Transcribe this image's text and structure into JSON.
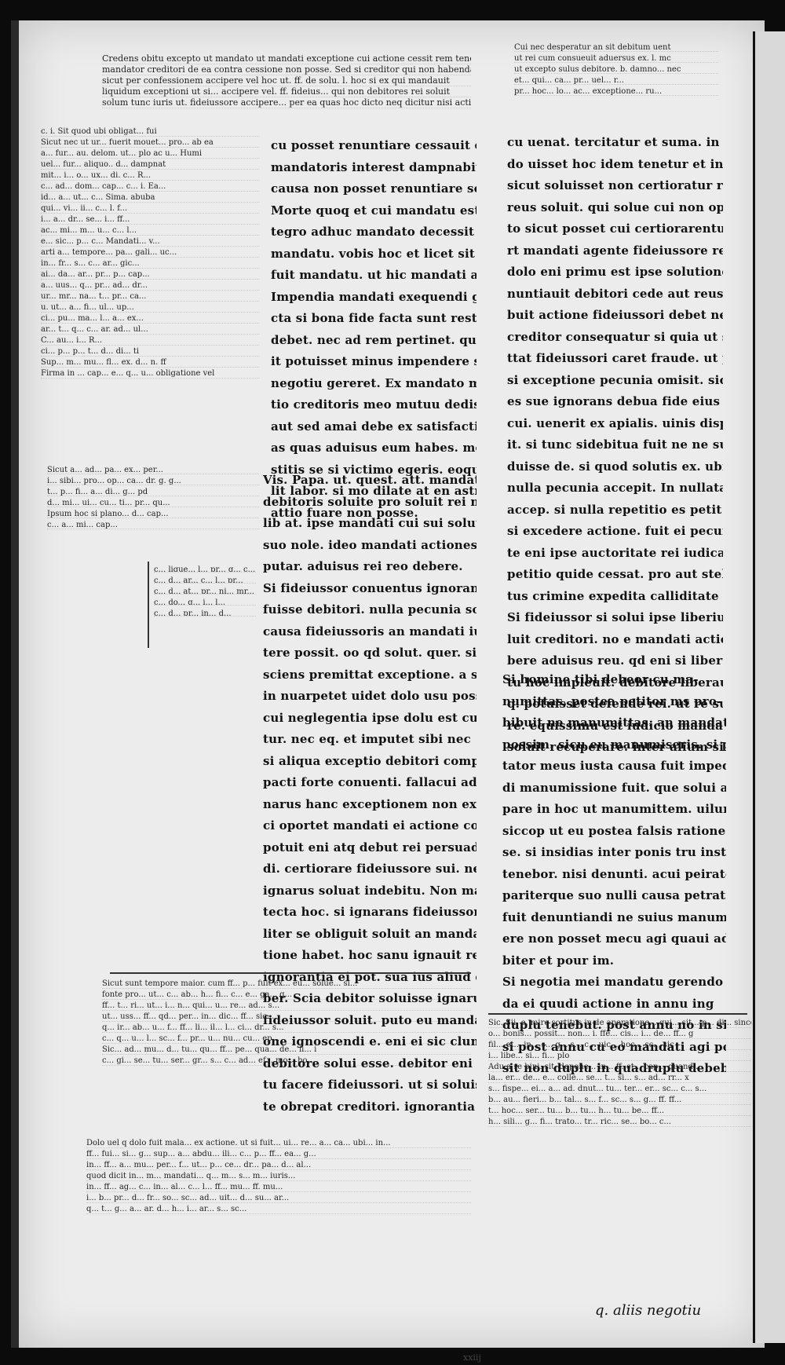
{
  "manuscript": {
    "top_gloss": [
      "Credens obitu excepto ut mandato ut mandati exceptione cui actione cessit rem tenet",
      "mandator creditori de ea contra cessione non posse. Sed si creditor qui non habenda solute",
      "sicut per confessionem accipere vel hoc ut. ff. de solu. l. hoc si ex qui mandauit",
      "liquidum exceptioni ut si... accipere vel. ff. fideius... qui non debitores rei soluit",
      "solum tunc iuris ut. fideiussore accipere... per ea quas hoc dicto neq dicitur nisi actione"
    ],
    "left_gloss_1": [
      "c. i. Sit quod ubi obligat... fui",
      "Sicut nec ut ur... fuerit mouet... pro... ab ea",
      "a... fur... au. delom. ut... plo ac u... Humi",
      "uel... fur... aliquo.. d... dampnat",
      "mit... i... o... ux... di. c... R...",
      "c... ad... dom... cap... c... i. Ea...",
      "id... a... ut... c... Sima. abuba",
      "qui... vi... ii... c... l. f...",
      "i... a... dr... se... i... ff...",
      "ac... mi... m... u... c... l...",
      "e... sic... p... c... Mandati... v...",
      "arti a... tempore... pa... gali... uc...",
      "in... fr... s... c... ar... gic...",
      "ai... da... ar... pr... p... cap...",
      "a... uus... q... pr... ad... dr...",
      "ur... mr... na... t... pr... ca...",
      "u. ut... a... fi... ul... up...",
      "ci... pu... ma... l... a... ex...",
      "ar... t... q... c... ar. ad... ul...",
      "C... au... i... R...",
      "ci... p... p... t... d... di... ti",
      "Sup... m... mu... fl... ex. d... n. ff",
      "Firma in ... cap... e... q... u... obligatione vel"
    ],
    "left_gloss_2": [
      "Sicut a... ad... pa... ex... per...",
      "i... sibi... pro... op... ca... dr. g. g...",
      "t... p... fi... a... di... g... pd",
      "d... mi... ui... cu... ti... pr... qu...",
      "Ipsum hoc si plano... d... cap...",
      "c... a... mi... cap..."
    ],
    "left_gloss_3": [
      "c... lique... l... pr... q... c... l...",
      "c... d... ar... c... l... pr...",
      "c... d... at... pr... ni... mr...",
      "c... do... g... i... l...",
      "c... d... pr... in... d..."
    ],
    "column_a": [
      "cu posset renuntiare cessauit quantu",
      "mandatoris interest dampnabiter sit aliqua",
      "causa non posset renuntiare secutu est.",
      "Morte quoq et cui mandatu est sius in",
      "tegro adhuc mandato decessit solutur",
      "mandatu. vobis hoc et licet sit secutus",
      "fuit mandatu. ut hic mandati actio est.",
      "Impendia mandati exequendi gratia fa-",
      "cta si bona fide facta sunt restitui omnimodo",
      "debet. nec ad rem pertinet. qui is qui mandau-",
      "it potuisset minus impendere si ipse",
      "negotiu gereret. Ex mandato meo ti-",
      "tio creditoris meo mutuu dedisti egressus",
      "aut sed amai debe ex satisfactione eius",
      "as quas aduisus eum habes. medio per",
      "stitis se si victimo egeris. eoque de no",
      "lit labor. si mo dilate at en astrictu g.",
      "attio fuare non posse."
    ],
    "column_a_2": [
      "Vis. Papa. ut. quest. att. mandato",
      "debitoris soluite pro soluit rei non",
      "lib at. ipse mandati cui sui solutu",
      "suo nole. ideo mandati actiones",
      "putar. aduisus rei reo debere.",
      "Si fideiussor conuentus ignorans",
      "fuisse debitori. nulla pecunia soluat. et",
      "causa fideiussoris an mandati iudicio pe-",
      "tere possit. oo qd solut. quer. si quid",
      "sciens premittat exceptione. a solu. ut",
      "in nuarpetet uidet dolo usu possoluta",
      "cui neglegentia ipse dolu est culpe nos ig",
      "tur. nec eq. et imputet sibi nec",
      "si aliqua exceptio debitori competebat.",
      "pacti forte conuenti. fallacui aditus fuerit ig-",
      "narus hanc exceptionem non exercebat. di-",
      "ci oportet mandati ei actione competere.",
      "potuit eni atq debut rei persuadere",
      "di. certiorare fideiussore sui. ne forte",
      "ignarus soluat indebitu. Non male",
      "tecta hoc. si ignarans fideiussor inutili",
      "liter se obliguit soluit an mandati ac-",
      "tione habet. hoc sanu ignauit recipi",
      "ignorantia ei pot. sua ius aliud dicit de",
      "ber. Scia debitor soluisse ignarus",
      "fideiussor soluit. puto eu mandati acti-",
      "one ignoscendi e. eni ei sic clumnau",
      "debitore solui esse. debitor eni debuit no",
      "tu facere fideiussori. ut si soluisse. ne fa-",
      "te obrepat creditori. ignorantia e co con"
    ],
    "column_b_head": [
      "Cui nec desperatur an sit debitum uent",
      "ut rei cum consueuit aduersus ex. l. mc",
      "ut excepto sulus debitore. b. damno... nec",
      "et... qui... ca... pr... uel... r...",
      "pr... hoc... lo... ac... exceptione... ru..."
    ],
    "column_b": [
      "cu uenat. tercitatur et suma. in qua si",
      "do uisset hoc idem tenetur et in fideiussore pot.",
      "sicut soluisset non certioratur rei. si de eu",
      "reus soluit. qui solue cui non oportebat. ut",
      "to sicut posset cui certiorarentur fecit. opo",
      "rt mandati agente fideiussore repelli.",
      "dolo eni primu est ipse solutione reu re-",
      "nuntiauit debitori cede aut reus ind-",
      "buit actione fideiussori debet ne duplo",
      "creditor consequatur si quia ut si sit omi",
      "ttat fideiussori caret fraude. ut puta",
      "si exceptione pecunia omisit. sic dicer-",
      "es sue ignorans debua fide eius agi nu-",
      "cui. uenerit ex apialis. uinis disputauer-",
      "it. si tunc sidebitua fuit ne ne suis aut",
      "duisse de. si quod solutis ex. ubi creditori non",
      "nulla pecunia accepit. In nullatam tim",
      "accep. si nulla repetitio es petit et ei-",
      "si excedere actione. fuit ei pecunia solutu",
      "te eni ipse auctoritate rei iudicate re-",
      "petitio quide cessat. pro aut stellionu",
      "tus crimine expedita calliditate plectetur.",
      "Si fideiussor si solui ipse liberiu si fi fo-",
      "luit creditori. no e mandati actione ha-",
      "bere aduisus reu. qd eni si liberus solu",
      "tu hoc impleuit. debitore liberauit si",
      "q. potuisset defende rei. ut re sus credito-",
      "re. equissimu est iudicio mandati eu q.",
      "soluit recuperare. inter alium sibi uidet."
    ],
    "column_b_2": [
      "Si homine tibi debeor cu ma-",
      "numittas. postea petitor ms pro-",
      "bibuit ne manumittas. an mandati agi",
      "possim. sicu eu manumiseris. si pu-",
      "tator meus iusta causa fuit impedi-",
      "di manumissione fuit. que solui atte-",
      "pare in hoc ut manumittem. uilun",
      "siccop ut eu postea falsis rationes eius fal-",
      "se. si insidias inter ponis tru instituisse",
      "tenebor. nisi denunti. acui peiratoris",
      "pariterque suo nulli causa petratio",
      "fuit denuntiandi ne suius manumitt-",
      "ere non posset mecu agi quaui adu-",
      "biter et pour im.",
      "Si negotia mei mandatu gerendo",
      "da ei quudi actione in annu ing",
      "duplu tenebut. post annu no in simplu.",
      "si post annu cu eo mandati agi pos-",
      "sit non duplu in quadruplu debebit. Ma"
    ],
    "bottom_gloss_right": [
      "Sic. Sii. e. mire sortitus in de aperatione... qui... sit... p... di... sinceret",
      "o... bonis... possit... non... i. ffe... cis... i... de... ff... g",
      "fil... et... in... s... g... s... c... uic... hoc... sc... sic",
      "i... libe... si... fi... plo",
      "Adu a re bini. sit. depone... in... ff. et... cap... quand...",
      "la... er... de... e... colle... se... t... si... s... ad... rr... x",
      "s... fispe... ei... a... ad. dnut... tu... ter... er... sc... c... s...",
      "b... au... fieri... b... tal... s... f... sc... s... g... ff. ff...",
      "t... hoc... ser... tu... b... tu... h... tu... be... ff...",
      "h... sili... g... fi... trato... tr... ric... se... bo... c..."
    ],
    "bottom_gloss_left": [
      "Sicut sunt tempore maior. cum ff... p... fuit ex... eu... solue... si...",
      "fonte pro... ut... c... ab... h... fi... c... e... ga... q...",
      "ff... t... ri... ut... i... n... qui... u... re... ad... s...",
      "ut... uss... ff... qd... per... in... dic... ff... sic...",
      "q... ir... ab... u... f... ff... li... il... l... ci... dr... s...",
      "c... q... u... l... sc... f... pr... u... nu... cu... ep...",
      "Sic... ad... mu... d... tu... qu... ff... pe... qua... de... ii... i",
      "c... gi... se... tu... ser... gr... s... c... ad... ef... mo... bo..."
    ],
    "bottom_gloss_left_2": [
      "Dolo uel q dolo fuit mala... ex actione. ut si fuit... ui... re... a... ca... ubi... in...",
      "ff... fui... si... g... sup... a... abdu... ili... c... p... ff... ea... g...",
      "in... ff... a... mu... per... f... ut... p... ce... dr... pa... d... al...",
      "quod dicit in... m... mandati... q... m... s... m... iuris...",
      "in... ff... ag... c... in... al... c... l... ff... mu... ff. mu...",
      "i... b... pr... d... fr... so... sc... ad... uit... d... su... ar...",
      "q... t... g... a... ar. d... h... i... ar... s... sc..."
    ],
    "catchword": "q. aliis negotiu",
    "folio_mark": "xxiij"
  }
}
